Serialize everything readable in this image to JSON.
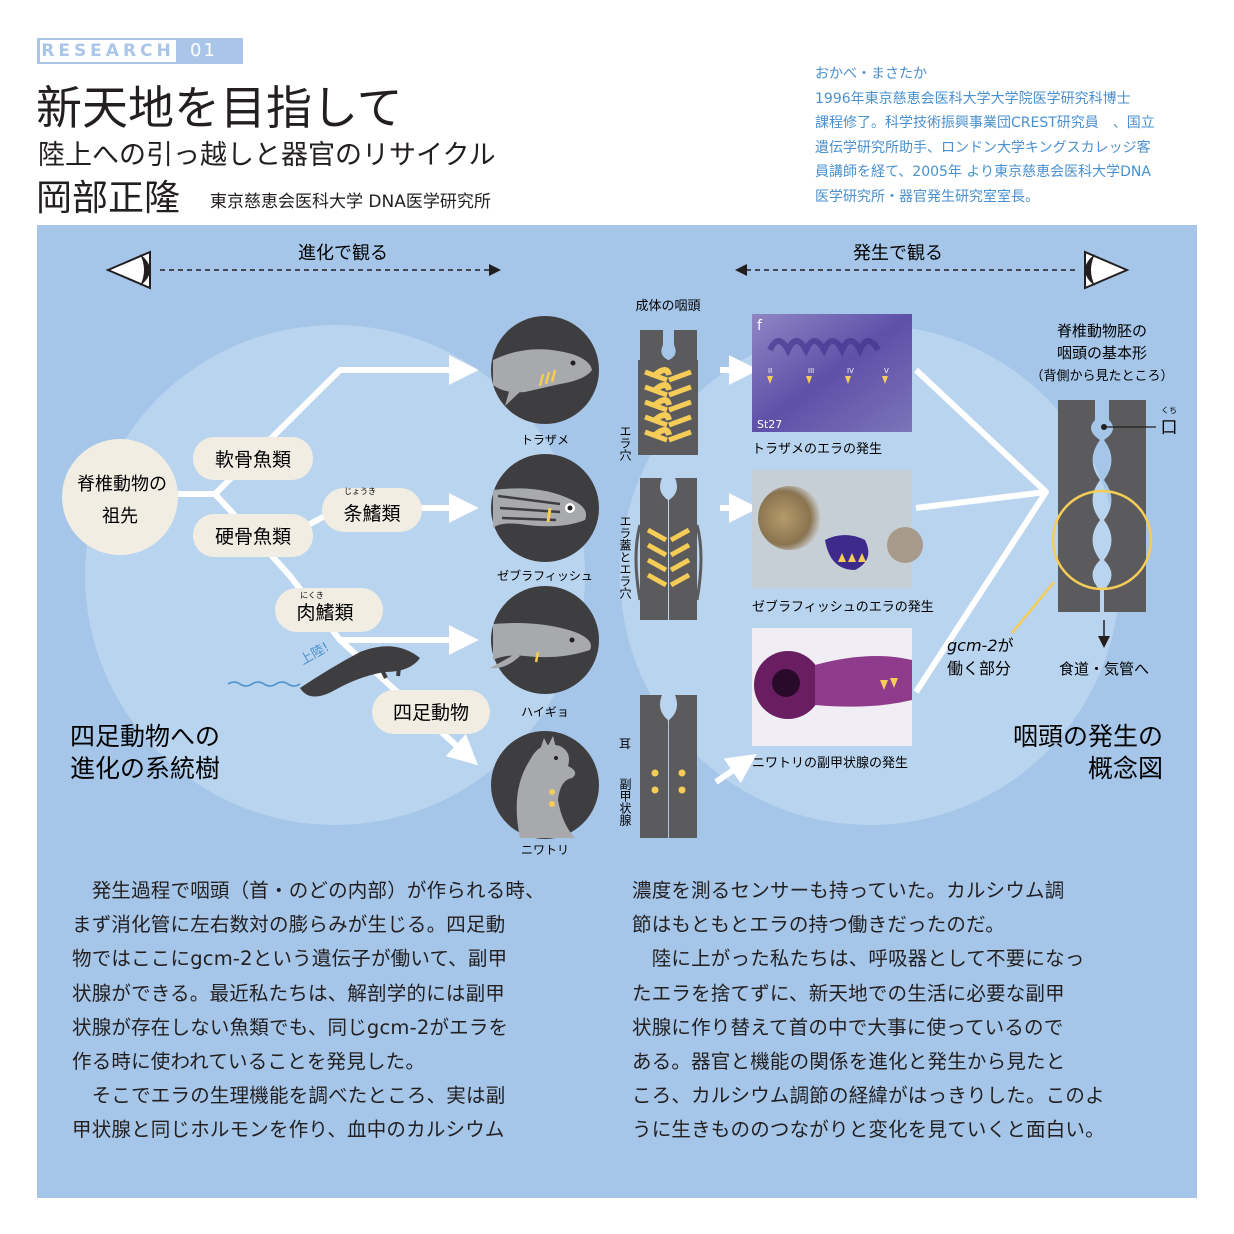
{
  "header": {
    "section_label": "RESEARCH",
    "section_number": "01",
    "title": "新天地を目指して",
    "subtitle": "陸上への引っ越しと器官のリサイクル",
    "author": "岡部正隆",
    "affiliation": "東京慈恵会医科大学  DNA医学研究所"
  },
  "bio": {
    "lines": [
      "おかべ・まさたか",
      "1996年東京慈恵会医科大学大学院医学研究科博士",
      "課程修了。科学技術振興事業団CREST研究員　、国立",
      "遺伝学研究所助手、ロンドン大学キングスカレッジ客",
      "員講師を経て、2005年 より東京慈恵会医科大学DNA",
      "医学研究所・器官発生研究室室長。"
    ]
  },
  "colors": {
    "panel": "#a5c6e8",
    "inner_circle": "#b9d4ee",
    "label_bubble": "#f1ede3",
    "dark_gray": "#5b5b5d",
    "yellow": "#f5cc57",
    "accent_blue": "#4a90cf"
  },
  "figure": {
    "evolution_arrow_label": "進化で観る",
    "development_arrow_label": "発生で観る",
    "tree": {
      "root": [
        "脊椎動物の",
        "祖先"
      ],
      "cartilaginous": "軟骨魚類",
      "bony": "硬骨魚類",
      "rayfinned": "条鰭類",
      "rayfinned_ruby": "じょうき",
      "lobefinned": "肉鰭類",
      "lobefinned_ruby": "にくき",
      "tetrapods": "四足動物",
      "landing": "上陸!"
    },
    "animals": {
      "shark": "トラザメ",
      "zebrafish": "ゼブラフィッシュ",
      "lungfish": "ハイギョ",
      "chicken": "ニワトリ"
    },
    "pharynx": {
      "adult_label": "成体の咽頭",
      "gill_slits": "エラ穴",
      "operculum_gill": "エラ蓋とエラ穴",
      "ear": "耳",
      "parathyroid": "副甲状腺"
    },
    "photos": {
      "panel_letter": "f",
      "roman": [
        "II",
        "III",
        "IV",
        "V"
      ],
      "stage": "St27",
      "shark_caption": "トラザメのエラの発生",
      "zebrafish_caption": "ゼブラフィッシュのエラの発生",
      "chicken_caption": "ニワトリの副甲状腺の発生"
    },
    "concept": {
      "title": [
        "脊椎動物胚の",
        "咽頭の基本形",
        "（背側から見たところ）"
      ],
      "mouth_ruby": "くち",
      "mouth": "口",
      "gene_italic": "gcm-2",
      "gene_suffix": "が",
      "gene_line2": "働く部分",
      "outlet": "食道・気管へ"
    },
    "left_caption": [
      "四足動物への",
      "進化の系統樹"
    ],
    "right_caption": [
      "咽頭の発生の",
      "概念図"
    ]
  },
  "body": {
    "left": [
      "　発生過程で咽頭（首・のどの内部）が作られる時、",
      "まず消化管に左右数対の膨らみが生じる。四足動",
      "物ではここにgcm-2という遺伝子が働いて、副甲",
      "状腺ができる。最近私たちは、解剖学的には副甲",
      "状腺が存在しない魚類でも、同じgcm-2がエラを",
      "作る時に使われていることを発見した。",
      "　そこでエラの生理機能を調べたところ、実は副",
      "甲状腺と同じホルモンを作り、血中のカルシウム"
    ],
    "right": [
      "濃度を測るセンサーも持っていた。カルシウム調",
      "節はもともとエラの持つ働きだったのだ。",
      "　陸に上がった私たちは、呼吸器として不要になっ",
      "たエラを捨てずに、新天地での生活に必要な副甲",
      "状腺に作り替えて首の中で大事に使っているので",
      "ある。器官と機能の関係を進化と発生から見たと",
      "ころ、カルシウム調節の経緯がはっきりした。このよ",
      "うに生きもののつながりと変化を見ていくと面白い。"
    ]
  }
}
